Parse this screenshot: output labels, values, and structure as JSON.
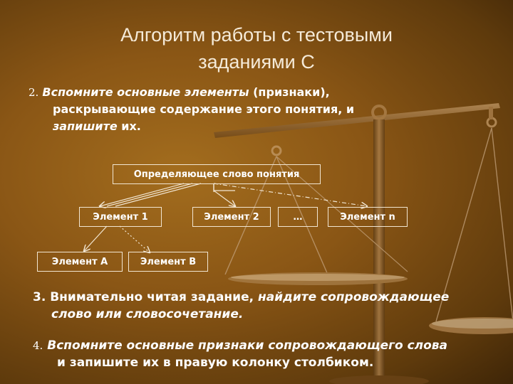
{
  "title": {
    "line1": "Алгоритм работы с тестовыми",
    "line2": "заданиями С"
  },
  "step2": {
    "num": "2.",
    "lead_italic": "Вспомните основные элементы",
    "rest1": " (признаки),",
    "line2": "раскрывающие содержание этого понятия, и",
    "italic3": "запишите",
    "rest3": " их."
  },
  "diagram": {
    "root": "Определяющее слово понятия",
    "element1": "Элемент 1",
    "element2": "Элемент 2",
    "ellipsis": "…",
    "elementN": "Элемент n",
    "elementA": "Элемент А",
    "elementB": "Элемент В"
  },
  "step3": {
    "num": "3.",
    "lead": " Внимательно читая задание, ",
    "italic1": "найдите сопровождающее",
    "italic2": "слово или словосочетание."
  },
  "step4": {
    "num": "4.",
    "italic1": " Вспомните основные признаки сопровождающего слова",
    "line2": "и запишите их в правую колонку столбиком."
  },
  "colors": {
    "background": "#8a5615",
    "text": "#ffffff",
    "title": "#f5ead8",
    "border": "#f2e6d2"
  }
}
